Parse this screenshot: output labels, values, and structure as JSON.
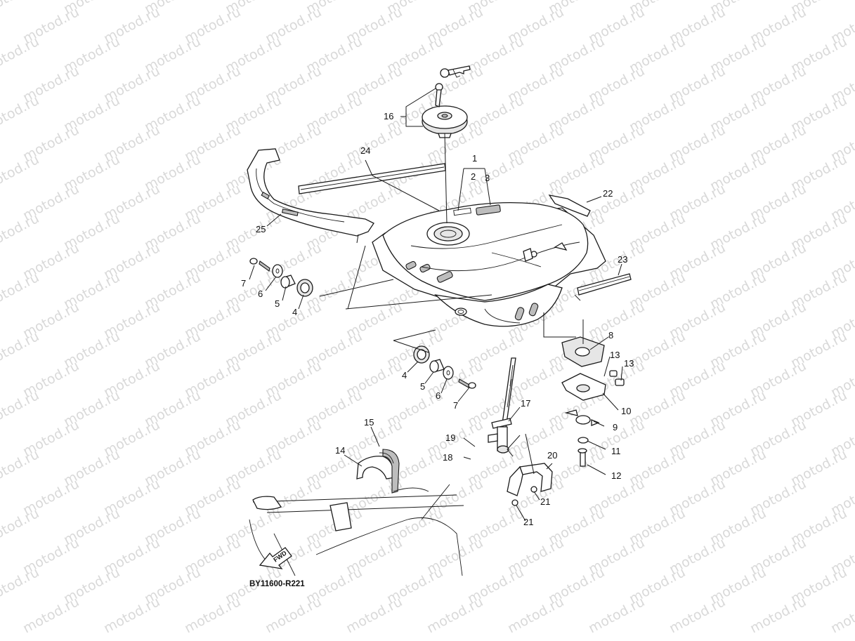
{
  "watermark": {
    "text": "motod.ru"
  },
  "figure": {
    "reference_code": "BY11600-R221",
    "fwd_label": "FWD",
    "callouts": [
      {
        "id": "c1",
        "text": "1"
      },
      {
        "id": "c2",
        "text": "2"
      },
      {
        "id": "c3",
        "text": "3"
      },
      {
        "id": "c4a",
        "text": "4"
      },
      {
        "id": "c5a",
        "text": "5"
      },
      {
        "id": "c6a",
        "text": "6"
      },
      {
        "id": "c7a",
        "text": "7"
      },
      {
        "id": "c4b",
        "text": "4"
      },
      {
        "id": "c5b",
        "text": "5"
      },
      {
        "id": "c6b",
        "text": "6"
      },
      {
        "id": "c7b",
        "text": "7"
      },
      {
        "id": "c8",
        "text": "8"
      },
      {
        "id": "c9",
        "text": "9"
      },
      {
        "id": "c10",
        "text": "10"
      },
      {
        "id": "c11",
        "text": "11"
      },
      {
        "id": "c12",
        "text": "12"
      },
      {
        "id": "c13a",
        "text": "13"
      },
      {
        "id": "c13b",
        "text": "13"
      },
      {
        "id": "c14",
        "text": "14"
      },
      {
        "id": "c15",
        "text": "15"
      },
      {
        "id": "c16",
        "text": "16"
      },
      {
        "id": "c17",
        "text": "17"
      },
      {
        "id": "c18",
        "text": "18"
      },
      {
        "id": "c19",
        "text": "19"
      },
      {
        "id": "c20",
        "text": "20"
      },
      {
        "id": "c21a",
        "text": "21"
      },
      {
        "id": "c21b",
        "text": "21"
      },
      {
        "id": "c22",
        "text": "22"
      },
      {
        "id": "c23",
        "text": "23"
      },
      {
        "id": "c24",
        "text": "24"
      },
      {
        "id": "c25",
        "text": "25"
      }
    ]
  }
}
